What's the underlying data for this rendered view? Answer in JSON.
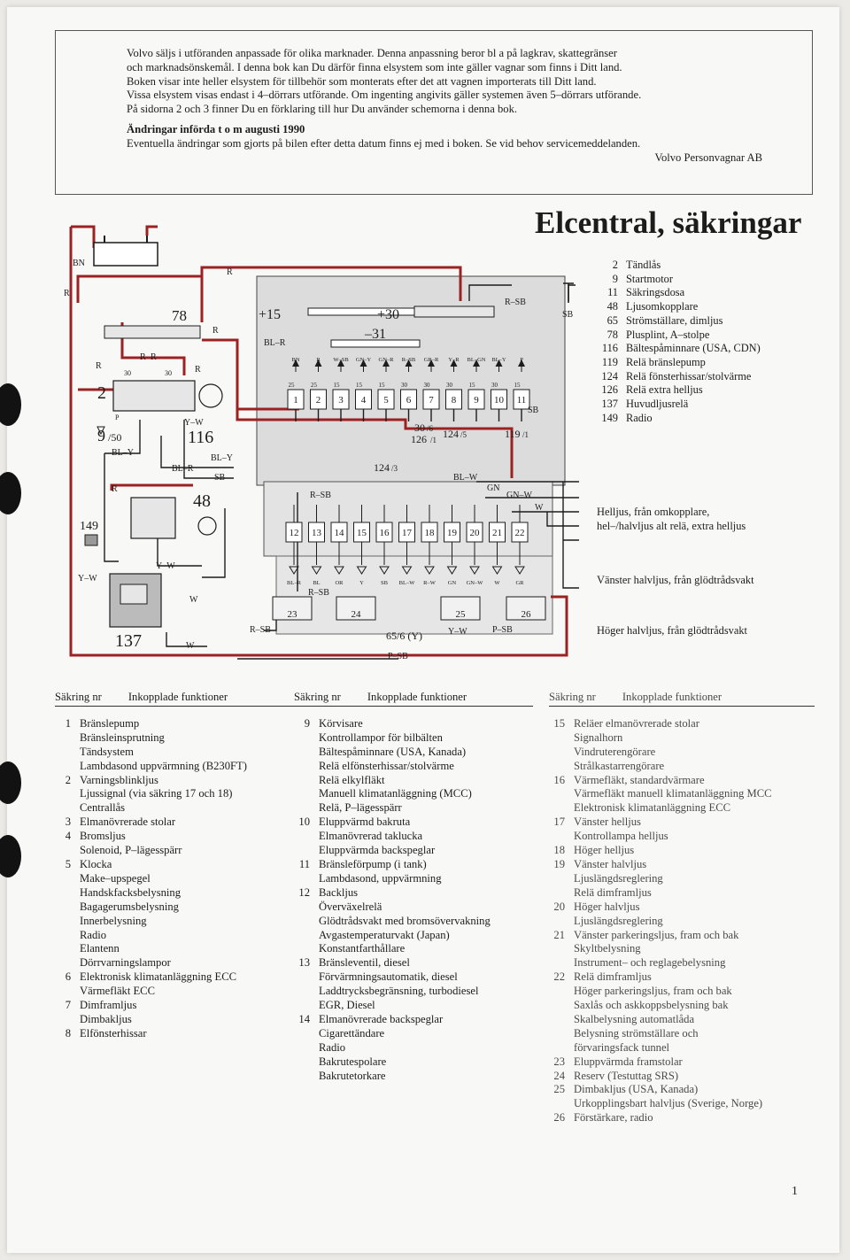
{
  "notice": {
    "lines": [
      "Volvo säljs i utföranden anpassade för olika marknader. Denna anpassning beror bl a på lagkrav, skattegränser",
      "och marknadsönskemål. I denna bok kan Du därför finna elsystem som inte gäller vagnar som finns i Ditt land.",
      "Boken visar inte heller elsystem för tillbehör som monterats efter det att vagnen importerats till Ditt land.",
      "Vissa elsystem visas endast i 4–dörrars utförande. Om ingenting angivits gäller systemen även 5–dörrars utförande.",
      "På sidorna 2 och 3 finner Du en förklaring till hur Du använder schemorna i denna bok."
    ],
    "changes_heading": "Ändringar införda t o m augusti 1990",
    "changes_text": "Eventuella ändringar som gjorts på bilen efter detta datum finns ej med i boken. Se vid behov servicemeddelanden.",
    "signature": "Volvo Personvagnar AB"
  },
  "title": "Elcentral, säkringar",
  "components": [
    {
      "no": "2",
      "name": "Tändlås"
    },
    {
      "no": "9",
      "name": "Startmotor"
    },
    {
      "no": "11",
      "name": "Säkringsdosa"
    },
    {
      "no": "48",
      "name": "Ljusomkopplare"
    },
    {
      "no": "65",
      "name": "Strömställare, dimljus"
    },
    {
      "no": "78",
      "name": "Plusplint, A–stolpe"
    },
    {
      "no": "116",
      "name": "Bältespåminnare (USA, CDN)"
    },
    {
      "no": "119",
      "name": "Relä bränslepump"
    },
    {
      "no": "124",
      "name": "Relä fönsterhissar/stolvärme"
    },
    {
      "no": "126",
      "name": "Relä extra helljus"
    },
    {
      "no": "137",
      "name": "Huvudljusrelä"
    },
    {
      "no": "149",
      "name": "Radio"
    }
  ],
  "diagram": {
    "wire_labels": {
      "bn": "BN",
      "r_left": "R",
      "r_top": "R",
      "r_78": "R",
      "r_2a": "R",
      "r_2b": "R",
      "r_2c": "R",
      "r_2d": "R",
      "r_48": "R",
      "bl_r_top": "BL–R",
      "bl_r_mid": "BL–R",
      "bl_y_a": "BL–Y",
      "bl_y_b": "BL–Y",
      "sb_mid": "SB",
      "r_sb_top": "R–SB",
      "r_sb_mid": "R–SB",
      "r_sb_low": "R–SB",
      "r_sb_right": "R–SB",
      "sb_right": "SB",
      "bl_w": "BL–W",
      "gn": "GN",
      "gn_w": "GN–W",
      "w_right": "W",
      "y_w_mid": "Y–W",
      "y_w_left": "Y–W",
      "w_mid": "W",
      "w_low": "W",
      "p_sb_bottom": "P–SB",
      "p_sb_26": "P–SB",
      "y_w_bottom": "Y–W",
      "y_w_116": "Y–W",
      "p_9": "P",
      "terminal_30a": "30",
      "terminal_30b": "30",
      "p65": "65/6 (Y)"
    },
    "component_labels": {
      "c78": "78",
      "c2": "2",
      "c9": "9",
      "c9_sub": "/50",
      "c116": "116",
      "c48": "48",
      "c149": "149",
      "c137": "137",
      "c124_3": "124",
      "c124_3_sub": "/3",
      "c124_5": "124",
      "c124_5_sub": "/5",
      "c126": "126",
      "c126_sub": "/1",
      "c30_6": "30",
      "c30_6_sub": "/6",
      "c119": "119",
      "c119_sub": "/1",
      "plus15": "+15",
      "plus30": "+30",
      "minus31": "–31",
      "sb_ground": "SB"
    },
    "top_fuse_wires": [
      "BN",
      "R",
      "W–SB",
      "GN–Y",
      "GN–R",
      "R–SB",
      "GR–R",
      "Y–R",
      "BL–GN",
      "BL–Y",
      "P"
    ],
    "top_fuse_ratings": [
      "25",
      "25",
      "15",
      "15",
      "15",
      "30",
      "30",
      "30",
      "15",
      "30",
      "15"
    ],
    "top_fuses": [
      "1",
      "2",
      "3",
      "4",
      "5",
      "6",
      "7",
      "8",
      "9",
      "10",
      "11"
    ],
    "bottom_fuses": [
      "12",
      "13",
      "14",
      "15",
      "16",
      "17",
      "18",
      "19",
      "20",
      "21",
      "22"
    ],
    "bottom_wires": [
      "BL–R",
      "BL",
      "OR",
      "Y",
      "SB",
      "BL–W",
      "R–W",
      "GN",
      "GN–W",
      "W",
      "GR"
    ],
    "relays": [
      "23",
      "24",
      "25",
      "26"
    ],
    "notes": {
      "helljus": "Helljus, från omkopplare,",
      "helljus2": "hel–/halvljus alt relä, extra helljus",
      "vanster": "Vänster halvljus, från glödtrådsvakt",
      "hoger": "Höger halvljus, från glödtrådsvakt"
    }
  },
  "tables": {
    "col_header_no": "Säkring nr",
    "col_header_fn": "Inkopplade funktioner",
    "columns": [
      [
        {
          "no": "1",
          "items": [
            "Bränslepump",
            "Bränsleinsprutning",
            "Tändsystem",
            "Lambdasond uppvärmning (B230FT)"
          ]
        },
        {
          "no": "2",
          "items": [
            "Varningsblinkljus",
            "Ljussignal (via säkring 17 och 18)",
            "Centrallås"
          ]
        },
        {
          "no": "3",
          "items": [
            "Elmanövrerade stolar"
          ]
        },
        {
          "no": "4",
          "items": [
            "Bromsljus",
            "Solenoid, P–lägesspärr"
          ]
        },
        {
          "no": "5",
          "items": [
            "Klocka",
            "Make–upspegel",
            "Handskfacksbelysning",
            "Bagagerumsbelysning",
            "Innerbelysning",
            "Radio",
            "Elantenn",
            "Dörrvarningslampor"
          ]
        },
        {
          "no": "6",
          "items": [
            "Elektronisk klimatanläggning ECC",
            "Värmefläkt ECC"
          ]
        },
        {
          "no": "7",
          "items": [
            "Dimframljus",
            "Dimbakljus"
          ]
        },
        {
          "no": "8",
          "items": [
            "Elfönsterhissar"
          ]
        }
      ],
      [
        {
          "no": "9",
          "items": [
            "Körvisare",
            "Kontrollampor för bilbälten",
            "Bältespåminnare (USA, Kanada)",
            "Relä elfönsterhissar/stolvärme",
            "Relä elkylfläkt",
            "Manuell klimatanläggning (MCC)",
            "Relä, P–lägesspärr"
          ]
        },
        {
          "no": "10",
          "items": [
            "Eluppvärmd bakruta",
            "Elmanövrerad taklucka",
            "Eluppvärmda backspeglar"
          ]
        },
        {
          "no": "11",
          "items": [
            "Bränsleförpump (i tank)",
            "Lambdasond, uppvärmning"
          ]
        },
        {
          "no": "12",
          "items": [
            "Backljus",
            "Överväxelrelä",
            "Glödtrådsvakt med bromsövervakning",
            "Avgastemperaturvakt (Japan)",
            "Konstantfarthållare"
          ]
        },
        {
          "no": "13",
          "items": [
            "Bränsleventil, diesel",
            "Förvärmningsautomatik, diesel",
            "Laddtrycksbegränsning, turbodiesel",
            "EGR, Diesel"
          ]
        },
        {
          "no": "14",
          "items": [
            "Elmanövrerade backspeglar",
            "Cigarettändare",
            "Radio",
            "Bakrutespolare",
            "Bakrutetorkare"
          ]
        }
      ],
      [
        {
          "no": "15",
          "items": [
            "Reläer elmanövrerade stolar",
            "Signalhorn",
            "Vindruterengörare",
            "Strålkastarrengörare"
          ]
        },
        {
          "no": "16",
          "items": [
            "Värmefläkt, standardvärmare",
            "Värmefläkt manuell klimatanläggning MCC",
            "Elektronisk klimatanläggning ECC"
          ]
        },
        {
          "no": "17",
          "items": [
            "Vänster helljus",
            "Kontrollampa helljus"
          ]
        },
        {
          "no": "18",
          "items": [
            "Höger helljus"
          ]
        },
        {
          "no": "19",
          "items": [
            "Vänster halvljus",
            "Ljuslängdsreglering",
            "Relä dimframljus"
          ]
        },
        {
          "no": "20",
          "items": [
            "Höger halvljus",
            "Ljuslängdsreglering"
          ]
        },
        {
          "no": "21",
          "items": [
            "Vänster parkeringsljus, fram och bak",
            "Skyltbelysning",
            "Instrument– och reglagebelysning"
          ]
        },
        {
          "no": "22",
          "items": [
            "Relä dimframljus",
            "Höger parkeringsljus, fram och bak",
            "Saxlås och askkoppsbelysning bak",
            "Skalbelysning automatlåda",
            "Belysning strömställare och",
            "förvaringsfack tunnel"
          ]
        },
        {
          "no": "23",
          "items": [
            "Eluppvärmda framstolar"
          ]
        },
        {
          "no": "24",
          "items": [
            "Reserv (Testuttag SRS)"
          ]
        },
        {
          "no": "25",
          "items": [
            "Dimbakljus (USA, Kanada)",
            "Urkopplingsbart halvljus (Sverige, Norge)"
          ]
        },
        {
          "no": "26",
          "items": [
            "Förstärkare, radio"
          ]
        }
      ]
    ]
  },
  "page_number": "1",
  "colors": {
    "wire_red": "#9b2222",
    "ink": "#1c1c1c",
    "box_gray": "#dcdcdc",
    "paper": "#f8f8f6"
  }
}
